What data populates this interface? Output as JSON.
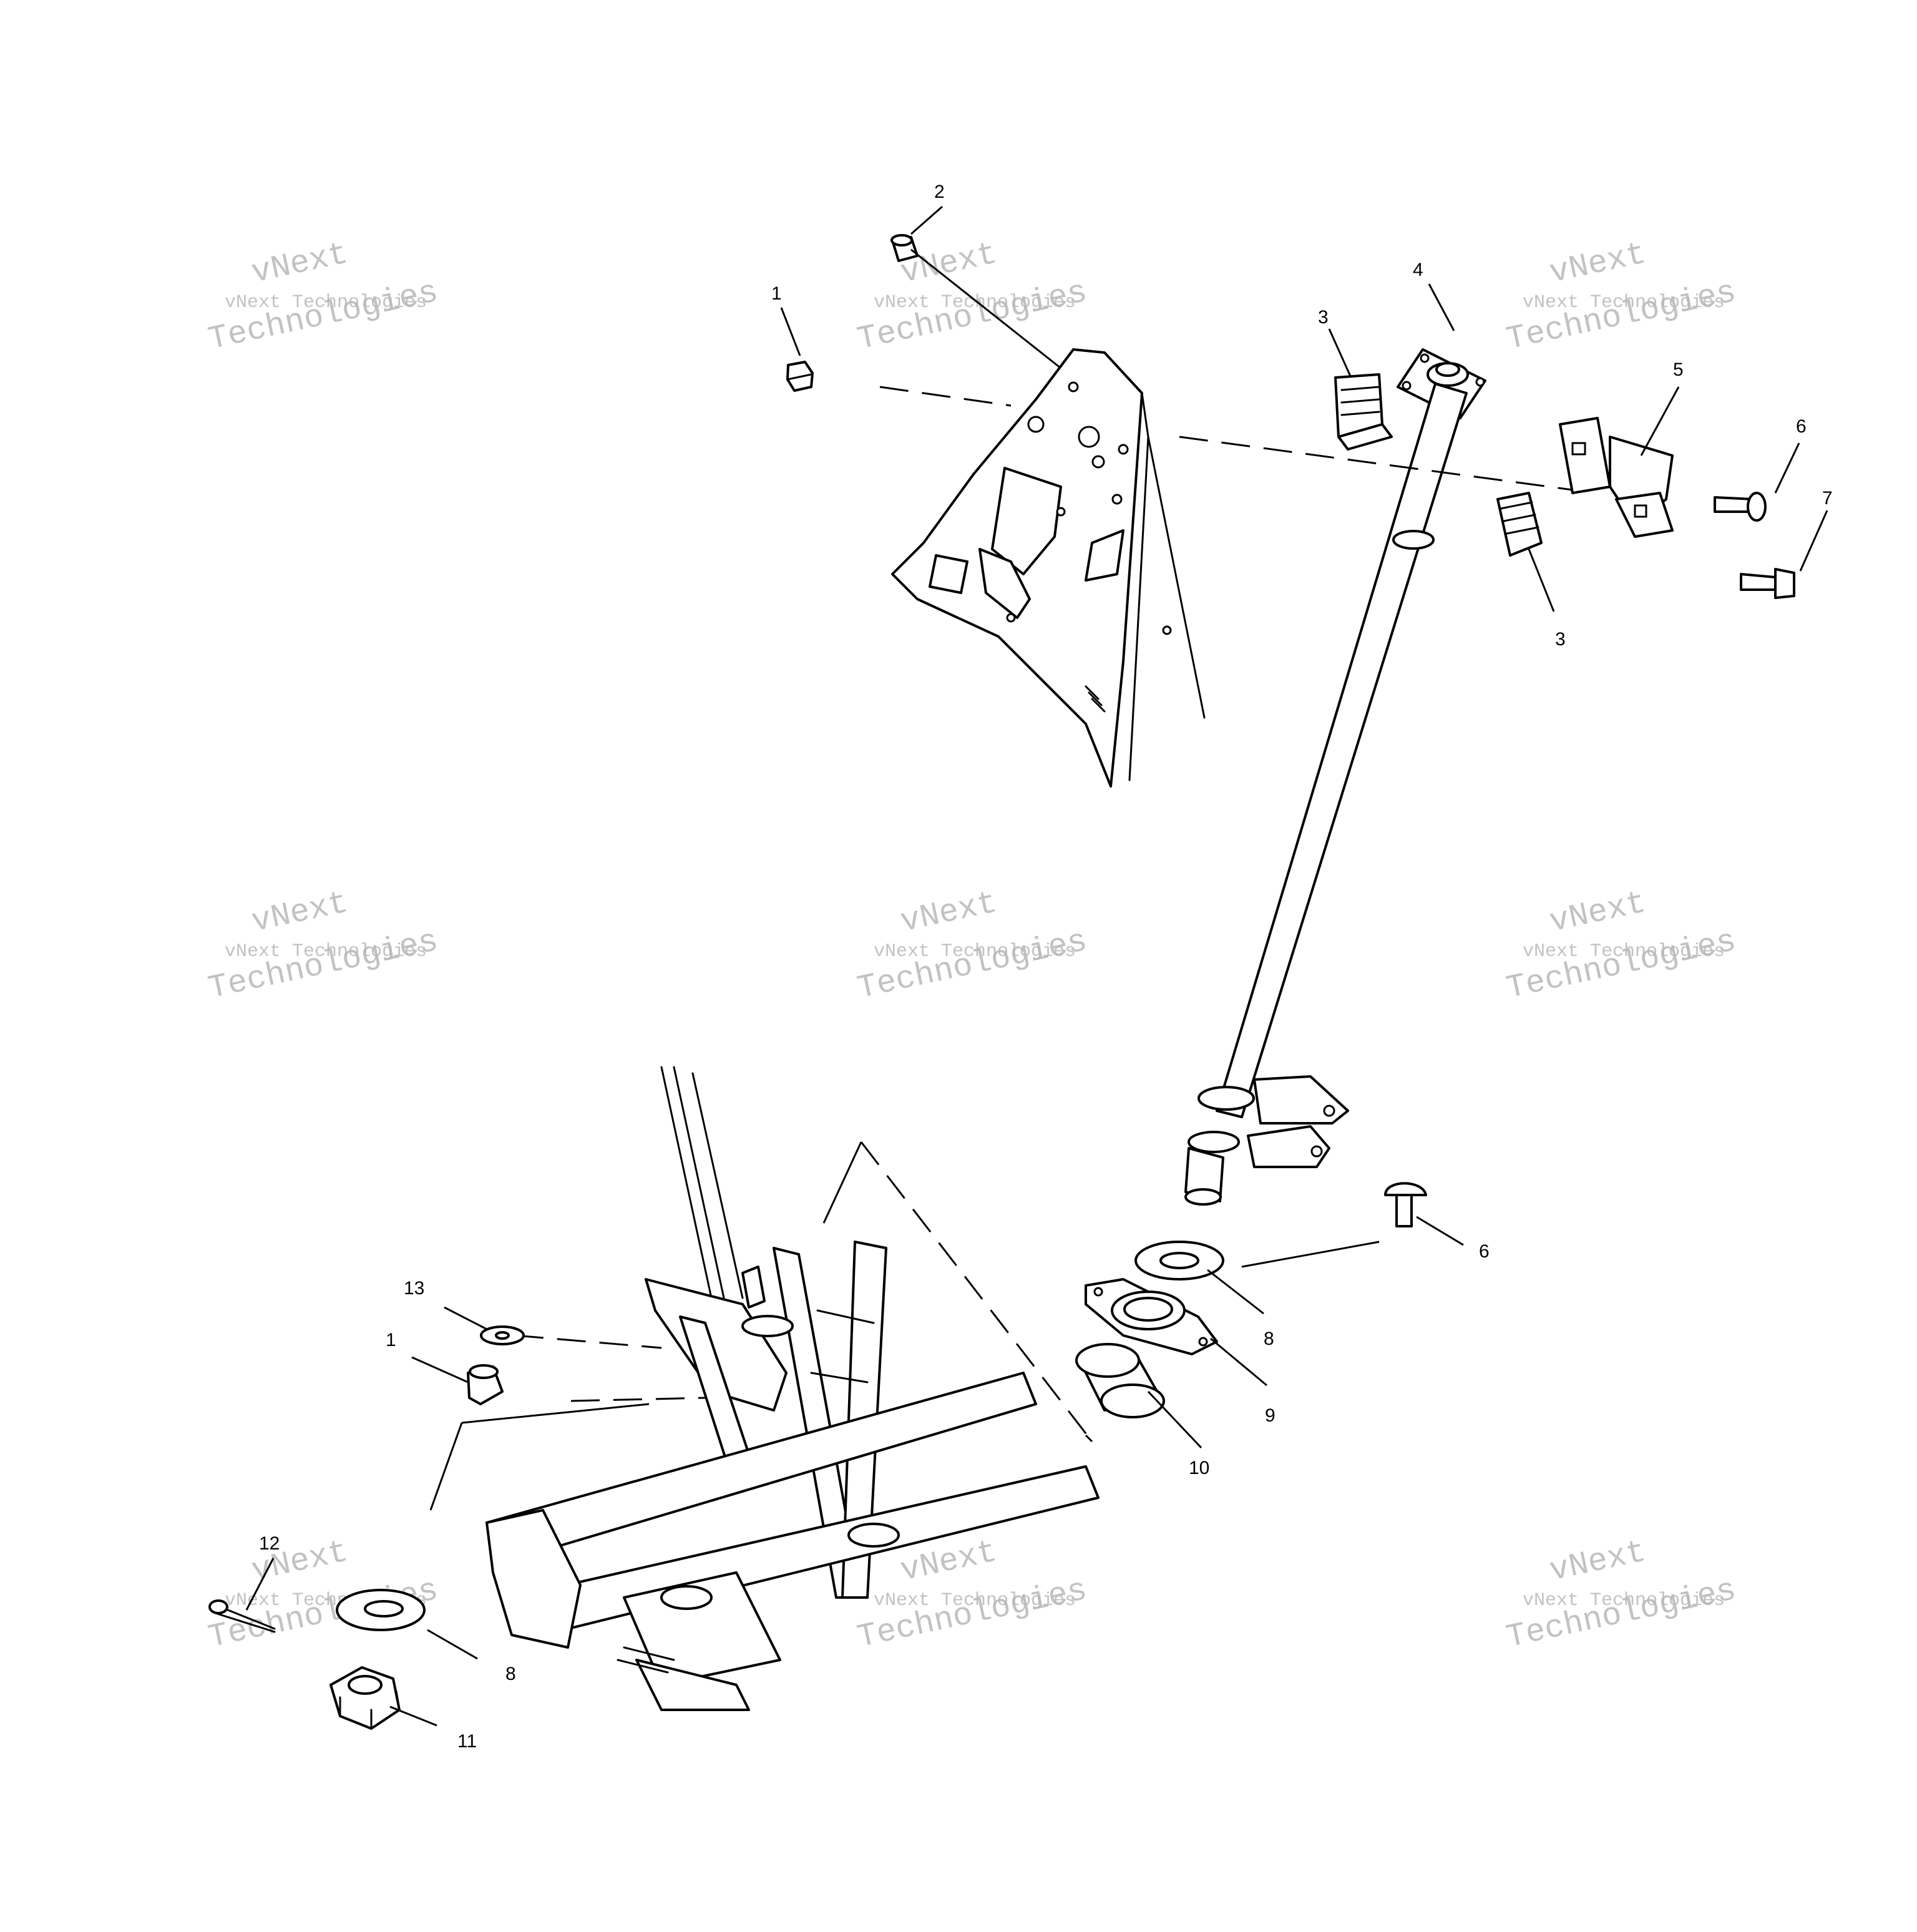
{
  "watermark": {
    "small": "vNext Technologies",
    "large_line1": "vNext",
    "large_line2": "Technologies"
  },
  "callouts": {
    "c1_top": "1",
    "c2": "2",
    "c3_top": "3",
    "c4": "4",
    "c5": "5",
    "c6_top": "6",
    "c7": "7",
    "c3_bottom": "3",
    "c6_bottom": "6",
    "c8_right": "8",
    "c9": "9",
    "c10": "10",
    "c13": "13",
    "c1_bottom": "1",
    "c12": "12",
    "c8_left": "8",
    "c11": "11"
  }
}
